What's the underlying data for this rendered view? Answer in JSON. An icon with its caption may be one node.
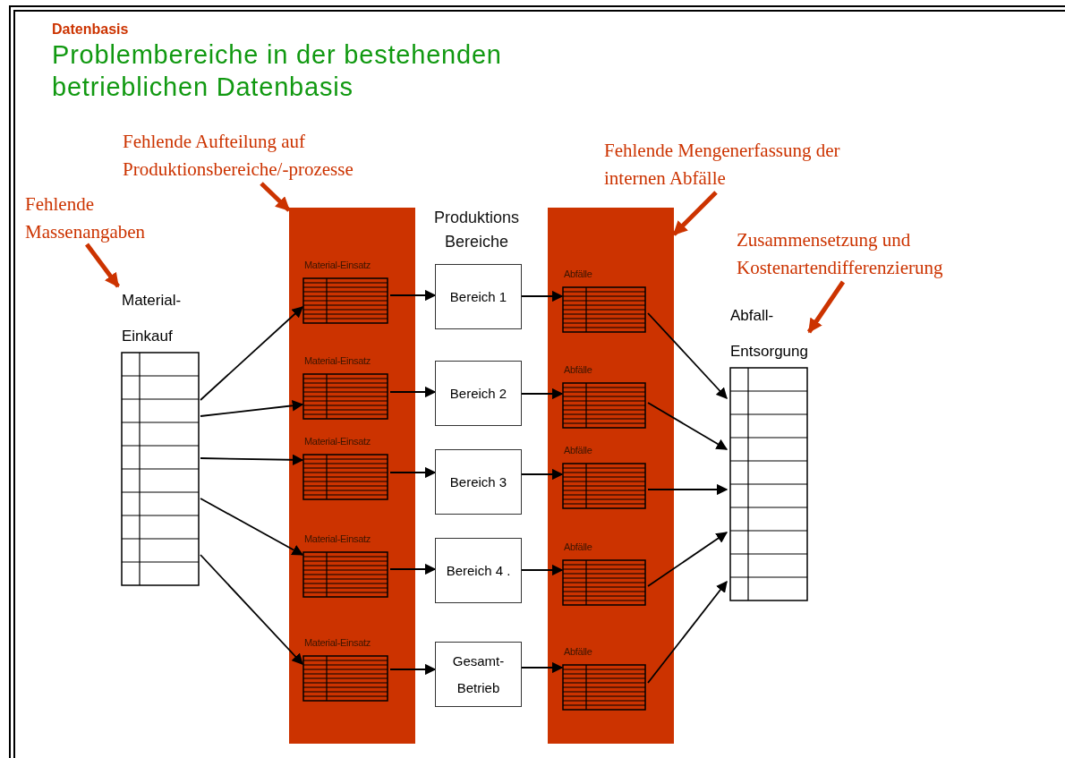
{
  "diagram": {
    "title": "Problembereiche in der bestehenden betrieblichen Datenbasis",
    "nodes": [
      {
        "text": [
          "Fehlende Aufteilung auf Produktionsbereiche/-prozesse"
        ]
      },
      {
        "text": [
          "Fehlende Mengenerfassung der internen Abfälle"
        ]
      },
      {
        "text": [
          "Fehlende Massenangaben"
        ]
      },
      {
        "text": [
          "Zusammensetzung und Kostenartendifferenzierung"
        ]
      },
      {
        "text": [
          "Material- Einkauf"
        ]
      },
      {
        "text": [],
        "shape": "bar"
      },
      {
        "text": [
          "Material-Einsatz"
        ],
        "in": 5
      },
      {
        "text": [
          "Material-Einsatz"
        ],
        "in": 5
      },
      {
        "text": [
          "Material-Einsatz"
        ],
        "in": 5
      },
      {
        "text": [
          "Material-Einsatz"
        ],
        "in": 5
      },
      {
        "text": [
          "Material-Einsatz"
        ],
        "in": 5
      },
      {
        "text": [
          "Bereich 1"
        ]
      },
      {
        "text": [
          "Bereich 2"
        ]
      },
      {
        "text": [
          "Bereich 3"
        ]
      },
      {
        "text": [
          "Bereich 4 ."
        ]
      },
      {
        "text": [
          "Gesamt- Betrieb"
        ]
      },
      {
        "text": [],
        "shape": "bar"
      },
      {
        "text": [
          "Abfälle"
        ],
        "in": 16
      },
      {
        "text": [
          "Abfälle"
        ],
        "in": 16
      },
      {
        "text": [
          "Abfälle"
        ],
        "in": 16
      },
      {
        "text": [
          "Abfälle"
        ],
        "in": 16
      },
      {
        "text": [
          "Abfälle"
        ],
        "in": 16
      },
      {
        "text": [
          "Abfall- Entsorgung"
        ]
      }
    ],
    "edges": [
      {
        "from": 2,
        "to": 4,
        "arrow": "to",
        "style": "thick",
        "color": "#cc3300"
      },
      {
        "from": 0,
        "to": 5,
        "arrow": "to",
        "style": "thick",
        "color": "#cc3300"
      },
      {
        "from": 1,
        "to": 16,
        "arrow": "to",
        "style": "thick",
        "color": "#cc3300"
      },
      {
        "from": 3,
        "to": 22,
        "arrow": "to",
        "style": "thick",
        "color": "#cc3300"
      },
      {
        "from": 4,
        "to": 6,
        "arrow": "to"
      },
      {
        "from": 4,
        "to": 7,
        "arrow": "to"
      },
      {
        "from": 4,
        "to": 8,
        "arrow": "to"
      },
      {
        "from": 4,
        "to": 9,
        "arrow": "to"
      },
      {
        "from": 4,
        "to": 10,
        "arrow": "to"
      },
      {
        "from": 6,
        "to": 11,
        "arrow": "to"
      },
      {
        "from": 7,
        "to": 12,
        "arrow": "to"
      },
      {
        "from": 8,
        "to": 13,
        "arrow": "to"
      },
      {
        "from": 9,
        "to": 14,
        "arrow": "to"
      },
      {
        "from": 10,
        "to": 15,
        "arrow": "to"
      },
      {
        "from": 11,
        "to": 17,
        "arrow": "to"
      },
      {
        "from": 12,
        "to": 18,
        "arrow": "to"
      },
      {
        "from": 13,
        "to": 19,
        "arrow": "to"
      },
      {
        "from": 14,
        "to": 20,
        "arrow": "to"
      },
      {
        "from": 15,
        "to": 21,
        "arrow": "to"
      },
      {
        "from": 17,
        "to": 22,
        "arrow": "to"
      },
      {
        "from": 18,
        "to": 22,
        "arrow": "to"
      },
      {
        "from": 19,
        "to": 22,
        "arrow": "to"
      },
      {
        "from": 20,
        "to": 22,
        "arrow": "to"
      },
      {
        "from": 21,
        "to": 22,
        "arrow": "to"
      }
    ],
    "labels": [
      "Datenbasis",
      "Produktions Bereiche"
    ]
  }
}
